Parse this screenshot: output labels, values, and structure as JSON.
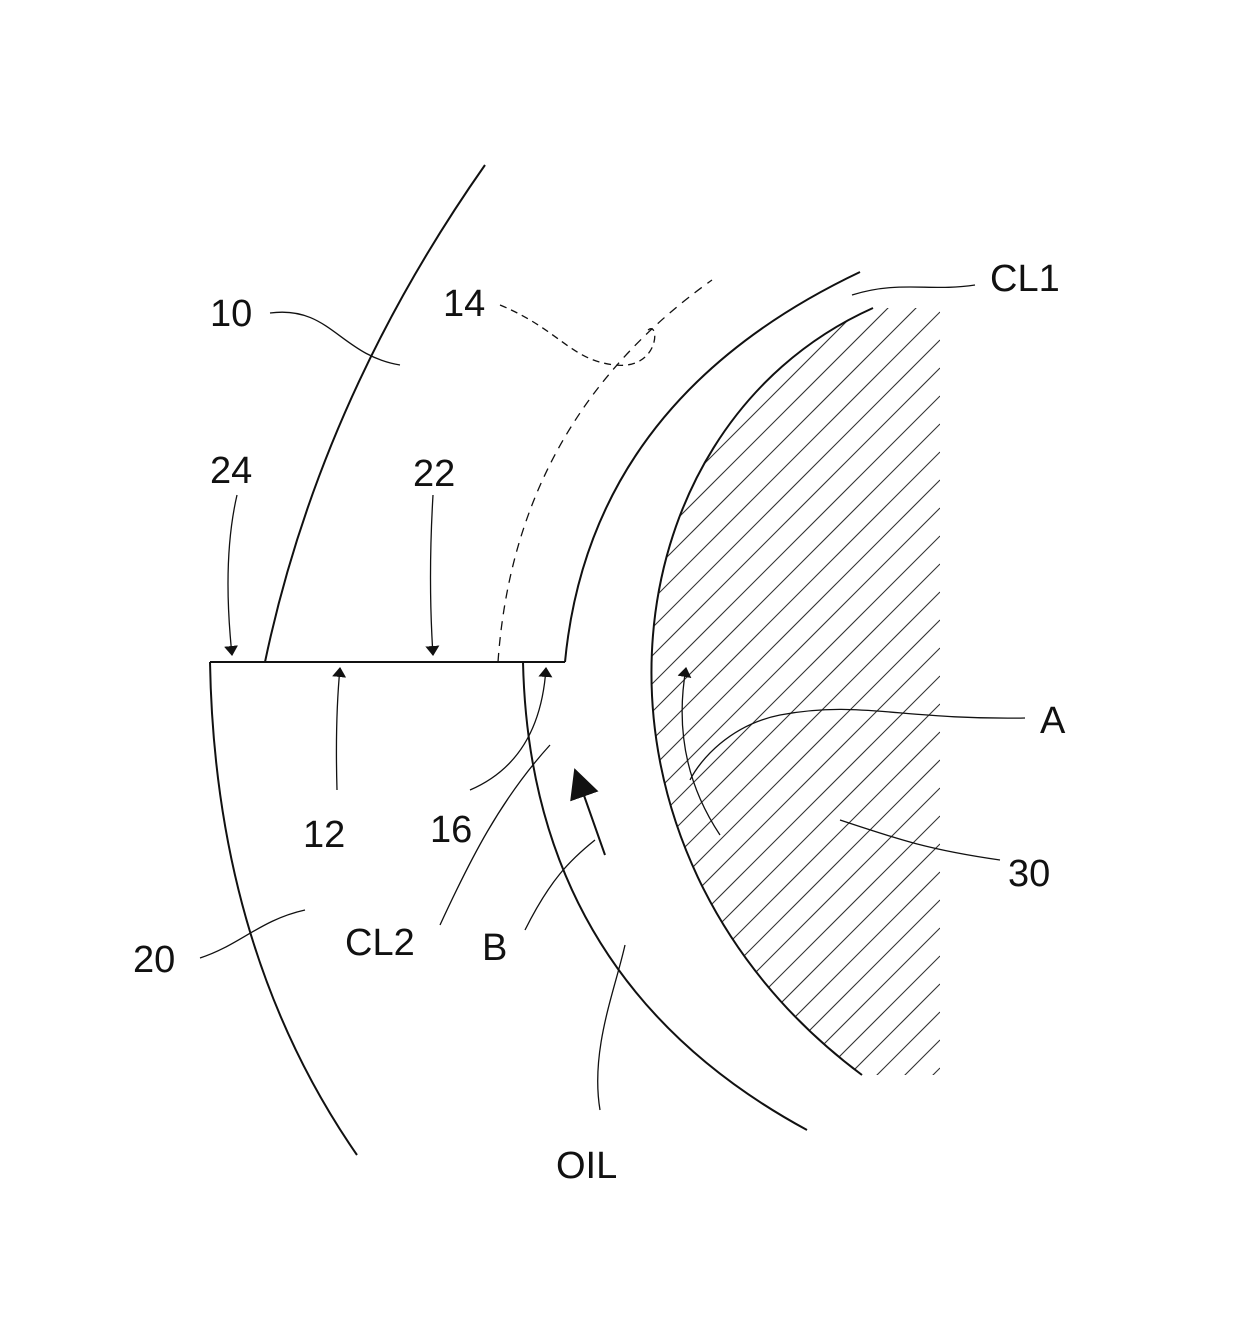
{
  "figure": {
    "labels": {
      "part_10": "10",
      "part_14": "14",
      "cl1": "CL1",
      "part_24": "24",
      "part_22": "22",
      "flow_a": "A",
      "part_12": "12",
      "part_16": "16",
      "part_30": "30",
      "part_20": "20",
      "cl2": "CL2",
      "flow_b": "B",
      "oil": "OIL"
    }
  }
}
